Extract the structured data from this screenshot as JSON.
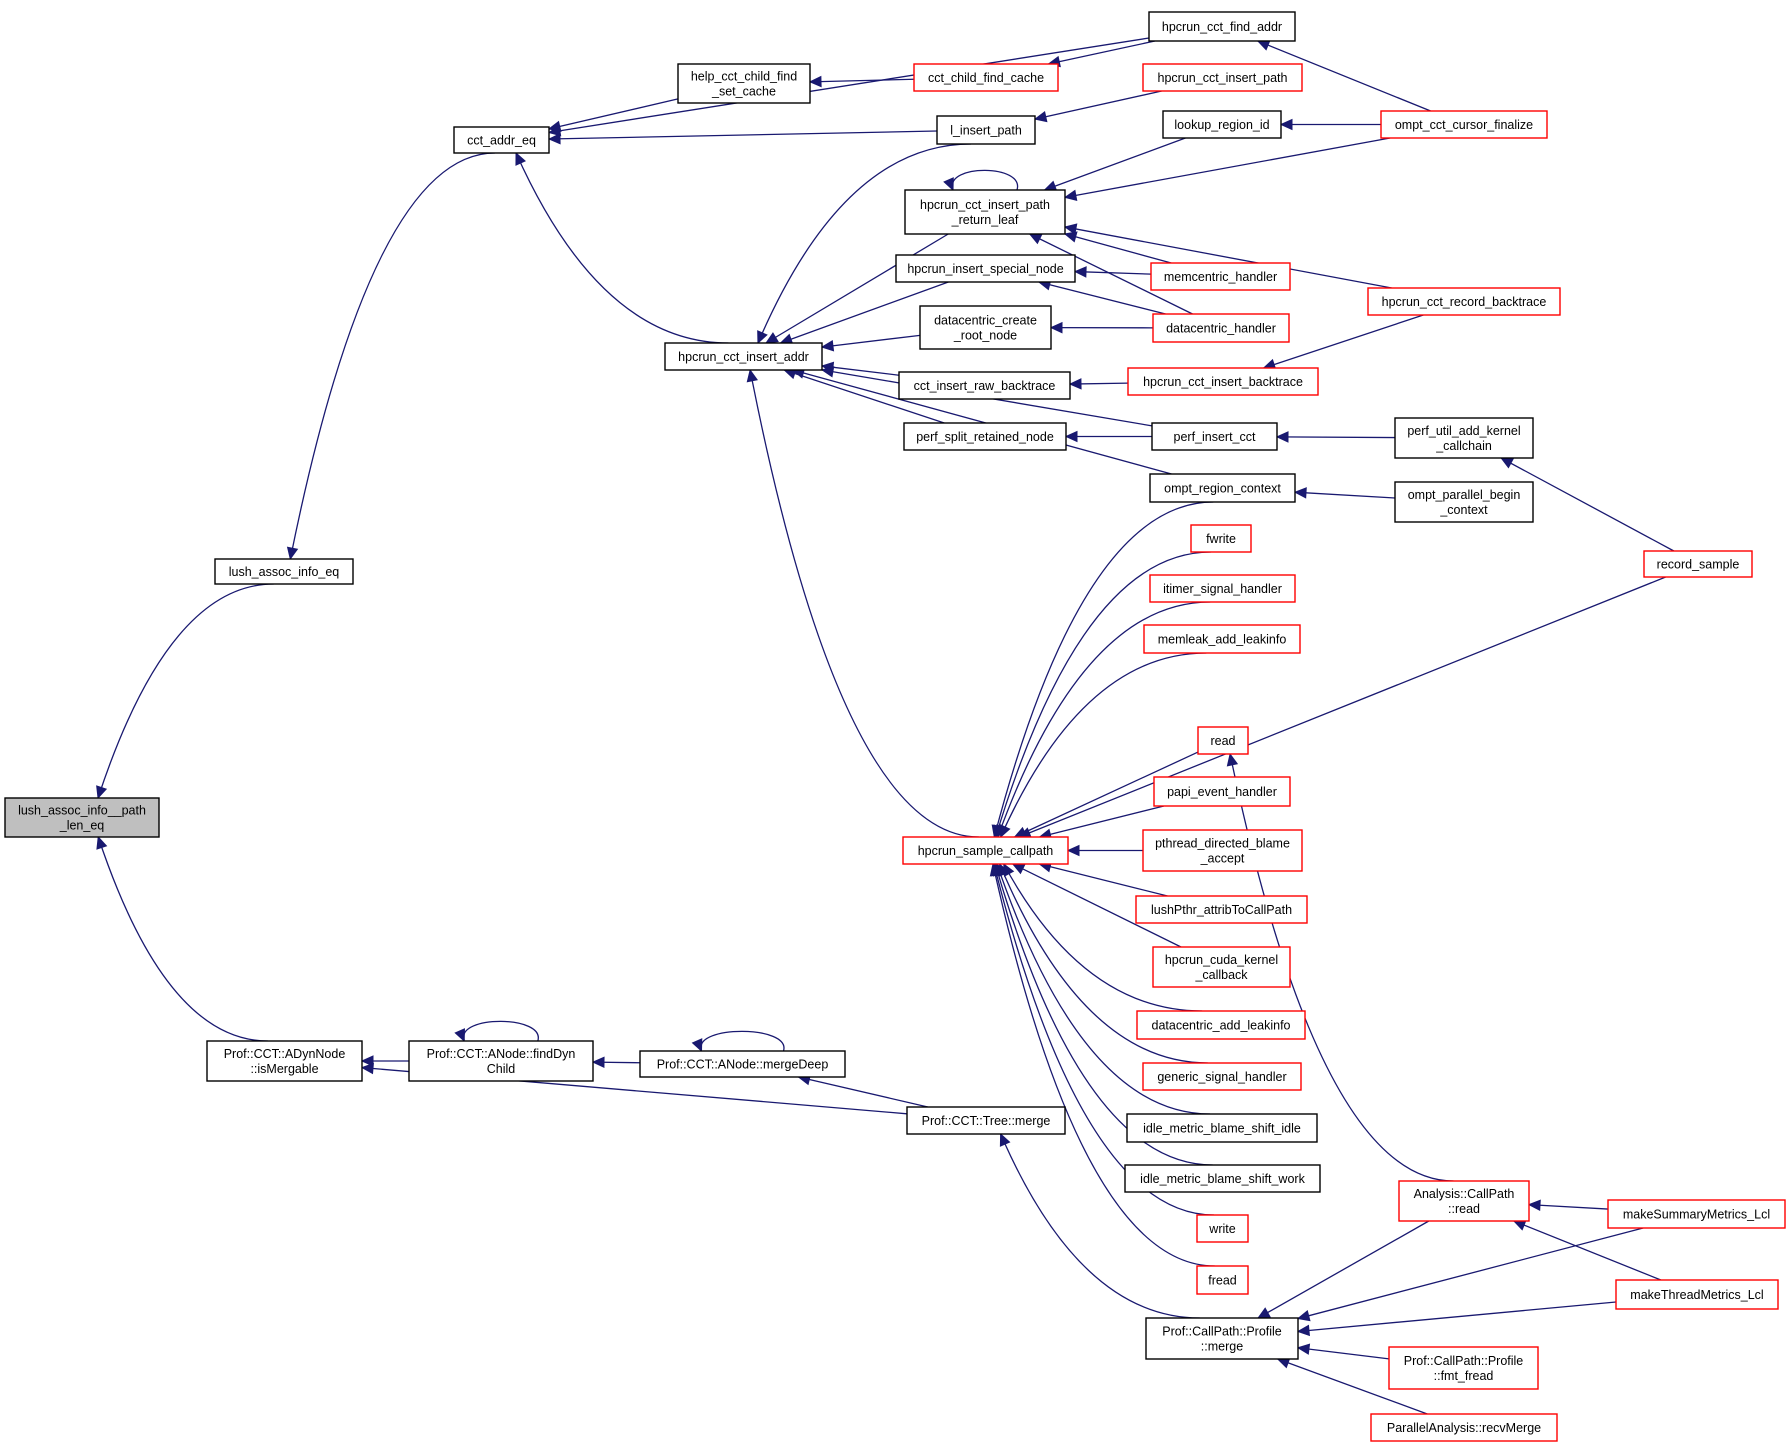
{
  "title": "Caller graph of lush_assoc_info__path_len_eq",
  "colors": {
    "edge": "#191970",
    "node_border_default": "#000000",
    "node_border_truncated": "#ff0000",
    "node_fill_current": "#bfbfbf"
  },
  "nodes": [
    {
      "id": "n_root",
      "lines": [
        "lush_assoc_info__path",
        "_len_eq"
      ],
      "border": "black",
      "current": true
    },
    {
      "id": "n_lush_eq",
      "lines": [
        "lush_assoc_info_eq"
      ],
      "border": "black"
    },
    {
      "id": "n_cct_addr_eq",
      "lines": [
        "cct_addr_eq"
      ],
      "border": "black"
    },
    {
      "id": "n_isMergable",
      "lines": [
        "Prof::CCT::ADynNode",
        "::isMergable"
      ],
      "border": "black"
    },
    {
      "id": "n_findDynChild",
      "lines": [
        "Prof::CCT::ANode::findDyn",
        "Child"
      ],
      "border": "black"
    },
    {
      "id": "n_mergeDeep",
      "lines": [
        "Prof::CCT::ANode::mergeDeep"
      ],
      "border": "black"
    },
    {
      "id": "n_tree_merge",
      "lines": [
        "Prof::CCT::Tree::merge"
      ],
      "border": "black"
    },
    {
      "id": "n_help_cache",
      "lines": [
        "help_cct_child_find",
        "_set_cache"
      ],
      "border": "black"
    },
    {
      "id": "n_insert_addr",
      "lines": [
        "hpcrun_cct_insert_addr"
      ],
      "border": "black"
    },
    {
      "id": "n_child_find_cache",
      "lines": [
        "cct_child_find_cache"
      ],
      "border": "red"
    },
    {
      "id": "n_l_insert_path",
      "lines": [
        "l_insert_path"
      ],
      "border": "black"
    },
    {
      "id": "n_find_addr",
      "lines": [
        "hpcrun_cct_find_addr"
      ],
      "border": "black"
    },
    {
      "id": "n_insert_path",
      "lines": [
        "hpcrun_cct_insert_path"
      ],
      "border": "red"
    },
    {
      "id": "n_lookup_region",
      "lines": [
        "lookup_region_id"
      ],
      "border": "black"
    },
    {
      "id": "n_cursor_finalize",
      "lines": [
        "ompt_cct_cursor_finalize"
      ],
      "border": "red"
    },
    {
      "id": "n_return_leaf",
      "lines": [
        "hpcrun_cct_insert_path",
        "_return_leaf"
      ],
      "border": "black"
    },
    {
      "id": "n_special_node",
      "lines": [
        "hpcrun_insert_special_node"
      ],
      "border": "black"
    },
    {
      "id": "n_memcentric",
      "lines": [
        "memcentric_handler"
      ],
      "border": "red"
    },
    {
      "id": "n_dc_root",
      "lines": [
        "datacentric_create",
        "_root_node"
      ],
      "border": "black"
    },
    {
      "id": "n_dc_handler",
      "lines": [
        "datacentric_handler"
      ],
      "border": "red"
    },
    {
      "id": "n_record_bt",
      "lines": [
        "hpcrun_cct_record_backtrace"
      ],
      "border": "red"
    },
    {
      "id": "n_raw_bt",
      "lines": [
        "cct_insert_raw_backtrace"
      ],
      "border": "black"
    },
    {
      "id": "n_insert_bt",
      "lines": [
        "hpcrun_cct_insert_backtrace"
      ],
      "border": "red"
    },
    {
      "id": "n_perf_split",
      "lines": [
        "perf_split_retained_node"
      ],
      "border": "black"
    },
    {
      "id": "n_perf_insert",
      "lines": [
        "perf_insert_cct"
      ],
      "border": "black"
    },
    {
      "id": "n_perf_kernel",
      "lines": [
        "perf_util_add_kernel",
        "_callchain"
      ],
      "border": "black"
    },
    {
      "id": "n_region_ctx",
      "lines": [
        "ompt_region_context"
      ],
      "border": "black"
    },
    {
      "id": "n_parallel_begin",
      "lines": [
        "ompt_parallel_begin",
        "_context"
      ],
      "border": "black"
    },
    {
      "id": "n_record_sample",
      "lines": [
        "record_sample"
      ],
      "border": "red"
    },
    {
      "id": "n_fwrite",
      "lines": [
        "fwrite"
      ],
      "border": "red"
    },
    {
      "id": "n_itimer",
      "lines": [
        "itimer_signal_handler"
      ],
      "border": "red"
    },
    {
      "id": "n_memleak",
      "lines": [
        "memleak_add_leakinfo"
      ],
      "border": "red"
    },
    {
      "id": "n_read",
      "lines": [
        "read"
      ],
      "border": "red"
    },
    {
      "id": "n_sample_callpath",
      "lines": [
        "hpcrun_sample_callpath"
      ],
      "border": "red"
    },
    {
      "id": "n_papi",
      "lines": [
        "papi_event_handler"
      ],
      "border": "red"
    },
    {
      "id": "n_pthread_blame",
      "lines": [
        "pthread_directed_blame",
        "_accept"
      ],
      "border": "red"
    },
    {
      "id": "n_lushPthr",
      "lines": [
        "lushPthr_attribToCallPath"
      ],
      "border": "red"
    },
    {
      "id": "n_cuda",
      "lines": [
        "hpcrun_cuda_kernel",
        "_callback"
      ],
      "border": "red"
    },
    {
      "id": "n_dc_leak",
      "lines": [
        "datacentric_add_leakinfo"
      ],
      "border": "red"
    },
    {
      "id": "n_generic_sig",
      "lines": [
        "generic_signal_handler"
      ],
      "border": "red"
    },
    {
      "id": "n_idle_idle",
      "lines": [
        "idle_metric_blame_shift_idle"
      ],
      "border": "black"
    },
    {
      "id": "n_idle_work",
      "lines": [
        "idle_metric_blame_shift_work"
      ],
      "border": "black"
    },
    {
      "id": "n_write",
      "lines": [
        "write"
      ],
      "border": "red"
    },
    {
      "id": "n_fread",
      "lines": [
        "fread"
      ],
      "border": "red"
    },
    {
      "id": "n_profile_merge",
      "lines": [
        "Prof::CallPath::Profile",
        "::merge"
      ],
      "border": "black"
    },
    {
      "id": "n_analysis_read",
      "lines": [
        "Analysis::CallPath",
        "::read"
      ],
      "border": "red"
    },
    {
      "id": "n_summary_metrics",
      "lines": [
        "makeSummaryMetrics_Lcl"
      ],
      "border": "red"
    },
    {
      "id": "n_thread_metrics",
      "lines": [
        "makeThreadMetrics_Lcl"
      ],
      "border": "red"
    },
    {
      "id": "n_fmt_fread",
      "lines": [
        "Prof::CallPath::Profile",
        "::fmt_fread"
      ],
      "border": "red"
    },
    {
      "id": "n_recv_merge",
      "lines": [
        "ParallelAnalysis::recvMerge"
      ],
      "border": "red"
    }
  ],
  "edges": [
    {
      "from": "n_lush_eq",
      "to": "n_root"
    },
    {
      "from": "n_isMergable",
      "to": "n_root"
    },
    {
      "from": "n_cct_addr_eq",
      "to": "n_lush_eq"
    },
    {
      "from": "n_help_cache",
      "to": "n_cct_addr_eq"
    },
    {
      "from": "n_l_insert_path",
      "to": "n_cct_addr_eq"
    },
    {
      "from": "n_find_addr",
      "to": "n_cct_addr_eq"
    },
    {
      "from": "n_insert_addr",
      "to": "n_cct_addr_eq"
    },
    {
      "from": "n_child_find_cache",
      "to": "n_help_cache"
    },
    {
      "from": "n_find_addr",
      "to": "n_child_find_cache"
    },
    {
      "from": "n_insert_path",
      "to": "n_l_insert_path"
    },
    {
      "from": "n_cursor_finalize",
      "to": "n_find_addr"
    },
    {
      "from": "n_cursor_finalize",
      "to": "n_lookup_region"
    },
    {
      "from": "n_l_insert_path",
      "to": "n_insert_addr"
    },
    {
      "from": "n_return_leaf",
      "to": "n_insert_addr"
    },
    {
      "from": "n_special_node",
      "to": "n_insert_addr"
    },
    {
      "from": "n_dc_root",
      "to": "n_insert_addr"
    },
    {
      "from": "n_raw_bt",
      "to": "n_insert_addr"
    },
    {
      "from": "n_perf_split",
      "to": "n_insert_addr"
    },
    {
      "from": "n_perf_insert",
      "to": "n_insert_addr"
    },
    {
      "from": "n_region_ctx",
      "to": "n_insert_addr"
    },
    {
      "from": "n_sample_callpath",
      "to": "n_insert_addr"
    },
    {
      "from": "n_return_leaf",
      "to": "n_return_leaf"
    },
    {
      "from": "n_lookup_region",
      "to": "n_return_leaf"
    },
    {
      "from": "n_cursor_finalize",
      "to": "n_return_leaf"
    },
    {
      "from": "n_record_bt",
      "to": "n_return_leaf"
    },
    {
      "from": "n_memcentric",
      "to": "n_return_leaf"
    },
    {
      "from": "n_dc_handler",
      "to": "n_return_leaf"
    },
    {
      "from": "n_memcentric",
      "to": "n_special_node"
    },
    {
      "from": "n_dc_handler",
      "to": "n_special_node"
    },
    {
      "from": "n_dc_handler",
      "to": "n_dc_root"
    },
    {
      "from": "n_insert_bt",
      "to": "n_raw_bt"
    },
    {
      "from": "n_record_bt",
      "to": "n_insert_bt"
    },
    {
      "from": "n_perf_insert",
      "to": "n_perf_split"
    },
    {
      "from": "n_perf_kernel",
      "to": "n_perf_insert"
    },
    {
      "from": "n_record_sample",
      "to": "n_perf_kernel"
    },
    {
      "from": "n_parallel_begin",
      "to": "n_region_ctx"
    },
    {
      "from": "n_region_ctx",
      "to": "n_sample_callpath"
    },
    {
      "from": "n_fwrite",
      "to": "n_sample_callpath"
    },
    {
      "from": "n_itimer",
      "to": "n_sample_callpath"
    },
    {
      "from": "n_memleak",
      "to": "n_sample_callpath"
    },
    {
      "from": "n_record_sample",
      "to": "n_sample_callpath"
    },
    {
      "from": "n_read",
      "to": "n_sample_callpath"
    },
    {
      "from": "n_papi",
      "to": "n_sample_callpath"
    },
    {
      "from": "n_pthread_blame",
      "to": "n_sample_callpath"
    },
    {
      "from": "n_lushPthr",
      "to": "n_sample_callpath"
    },
    {
      "from": "n_cuda",
      "to": "n_sample_callpath"
    },
    {
      "from": "n_dc_leak",
      "to": "n_sample_callpath"
    },
    {
      "from": "n_generic_sig",
      "to": "n_sample_callpath"
    },
    {
      "from": "n_idle_idle",
      "to": "n_sample_callpath"
    },
    {
      "from": "n_idle_work",
      "to": "n_sample_callpath"
    },
    {
      "from": "n_write",
      "to": "n_sample_callpath"
    },
    {
      "from": "n_fread",
      "to": "n_sample_callpath"
    },
    {
      "from": "n_analysis_read",
      "to": "n_read"
    },
    {
      "from": "n_findDynChild",
      "to": "n_isMergable"
    },
    {
      "from": "n_tree_merge",
      "to": "n_isMergable"
    },
    {
      "from": "n_findDynChild",
      "to": "n_findDynChild"
    },
    {
      "from": "n_mergeDeep",
      "to": "n_findDynChild"
    },
    {
      "from": "n_mergeDeep",
      "to": "n_mergeDeep"
    },
    {
      "from": "n_tree_merge",
      "to": "n_mergeDeep"
    },
    {
      "from": "n_profile_merge",
      "to": "n_tree_merge"
    },
    {
      "from": "n_analysis_read",
      "to": "n_profile_merge"
    },
    {
      "from": "n_summary_metrics",
      "to": "n_profile_merge"
    },
    {
      "from": "n_thread_metrics",
      "to": "n_profile_merge"
    },
    {
      "from": "n_fmt_fread",
      "to": "n_profile_merge"
    },
    {
      "from": "n_recv_merge",
      "to": "n_profile_merge"
    },
    {
      "from": "n_summary_metrics",
      "to": "n_analysis_read"
    },
    {
      "from": "n_thread_metrics",
      "to": "n_analysis_read"
    }
  ]
}
